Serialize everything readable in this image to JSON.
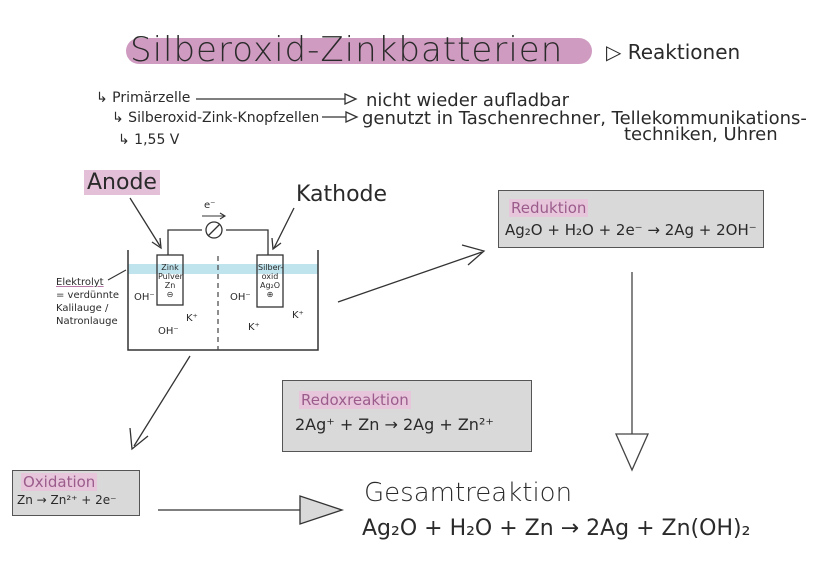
{
  "header": {
    "title": "Silberoxid-Zinkbatterien",
    "subtitle": "▷ Reaktionen"
  },
  "notes": {
    "line1_left": "↳ Primärzelle",
    "line1_right": "nicht wieder aufladbar",
    "line2_left": "↳ Silberoxid-Zink-Knopfzellen",
    "line2_right": "genutzt in Taschenrechner, Tellekommunikations-",
    "line2_cont": "techniken, Uhren",
    "line3": "↳ 1,55 V"
  },
  "diagram": {
    "anode_label": "Anode",
    "cathode_label": "Kathode",
    "electron_label": "e⁻",
    "voltmeter_symbol": "⊘",
    "electrolyte_title": "Elektrolyt",
    "electrolyte_desc1": "= verdünnte",
    "electrolyte_desc2": "Kalilauge /",
    "electrolyte_desc3": "Natronlauge",
    "anode_electrode_line1": "Zink",
    "anode_electrode_line2": "Pulver",
    "anode_electrode_line3": "Zn",
    "anode_electrode_sign": "⊖",
    "cathode_electrode_line1": "Silber-",
    "cathode_electrode_line2": "oxid",
    "cathode_electrode_line3": "Ag₂O",
    "cathode_electrode_sign": "⊕",
    "ion_oh": "OH⁻",
    "ion_k": "K⁺"
  },
  "reduction": {
    "title": "Reduktion",
    "equation": "Ag₂O + H₂O + 2e⁻ → 2Ag + 2OH⁻"
  },
  "redox": {
    "title": "Redoxreaktion",
    "equation": "2Ag⁺ + Zn → 2Ag + Zn²⁺"
  },
  "oxidation": {
    "title": "Oxidation",
    "equation": "Zn → Zn²⁺ + 2e⁻"
  },
  "total": {
    "title": "Gesamtreaktion",
    "equation": "Ag₂O + H₂O + Zn → 2Ag + Zn(OH)₂"
  },
  "colors": {
    "highlight": "#c78ab6",
    "electrolyte": "#bfe4ee",
    "box": "#d9d9d9"
  }
}
